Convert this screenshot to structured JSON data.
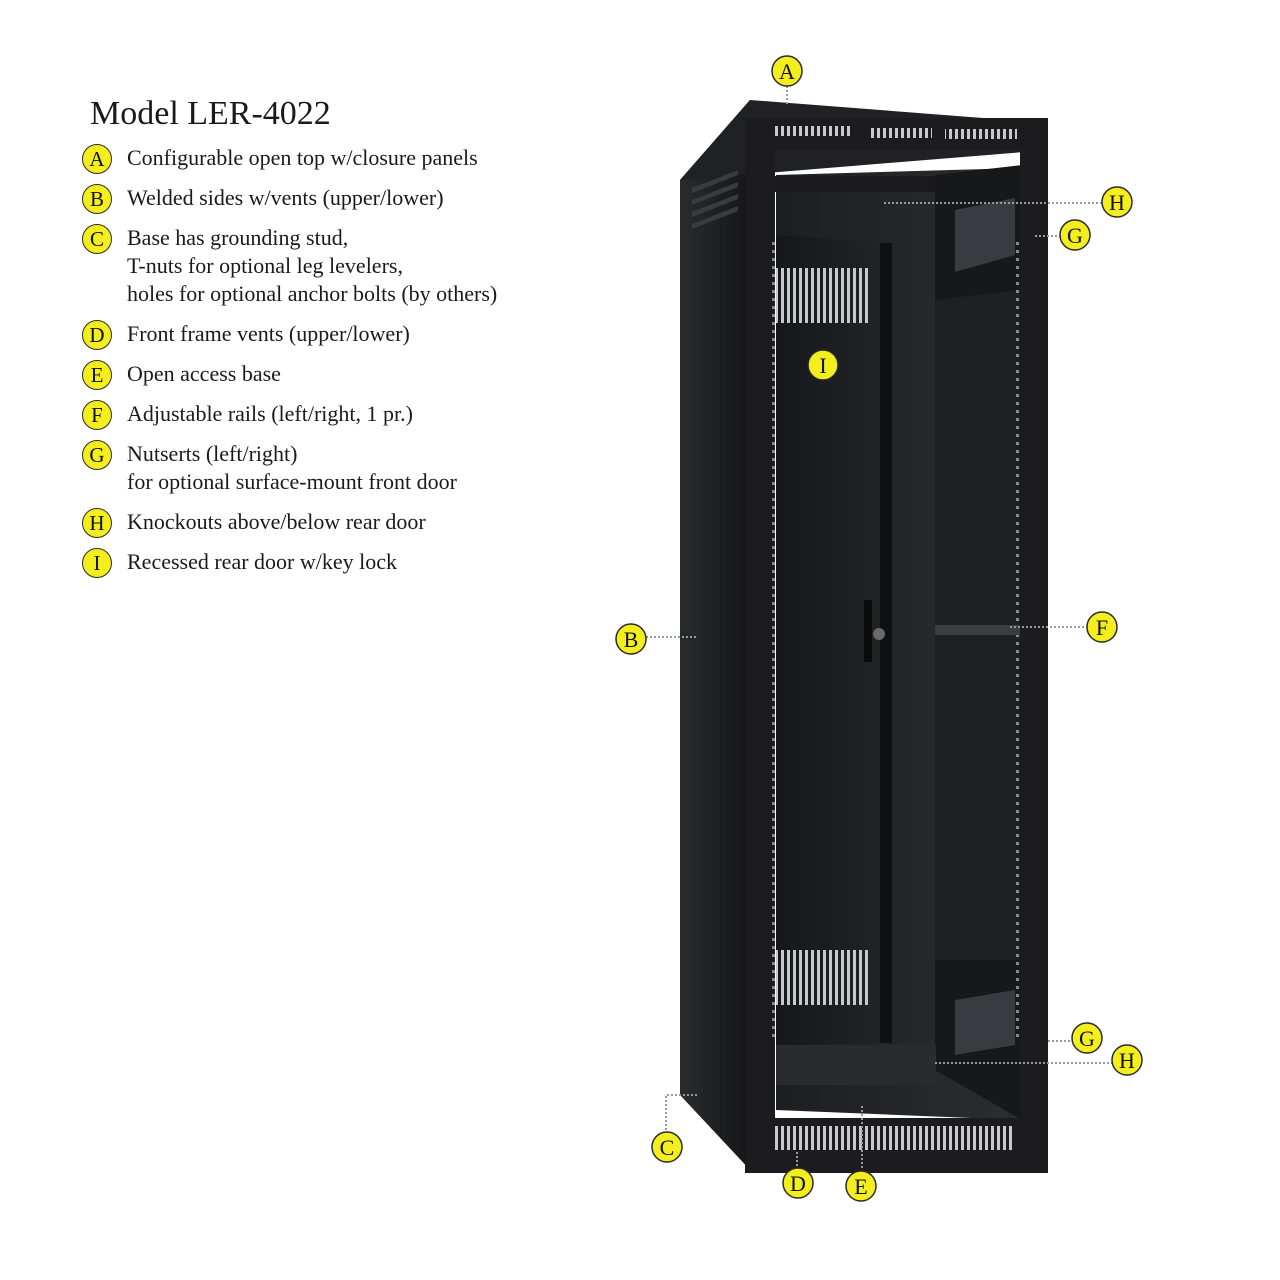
{
  "title": "Model LER-4022",
  "features": [
    {
      "key": "A",
      "lines": [
        "Configurable open top w/closure panels"
      ]
    },
    {
      "key": "B",
      "lines": [
        "Welded sides w/vents (upper/lower)"
      ]
    },
    {
      "key": "C",
      "lines": [
        "Base has grounding stud,",
        "T-nuts for optional leg levelers,",
        "holes for optional anchor bolts (by others)"
      ]
    },
    {
      "key": "D",
      "lines": [
        "Front frame vents (upper/lower)"
      ]
    },
    {
      "key": "E",
      "lines": [
        "Open access base"
      ]
    },
    {
      "key": "F",
      "lines": [
        "Adjustable rails (left/right, 1 pr.)"
      ]
    },
    {
      "key": "G",
      "lines": [
        "Nutserts (left/right)",
        "for optional surface-mount front door"
      ]
    },
    {
      "key": "H",
      "lines": [
        "Knockouts above/below rear door"
      ]
    },
    {
      "key": "I",
      "lines": [
        "Recessed rear door w/key lock"
      ]
    }
  ],
  "callouts": {
    "A": "A",
    "B": "B",
    "C": "C",
    "D": "D",
    "E": "E",
    "F": "F",
    "G_top": "G",
    "G_bottom": "G",
    "H_top": "H",
    "H_bottom": "H",
    "I": "I"
  },
  "colors": {
    "marker": "#f4ee1c",
    "rack": "#1c1c1e"
  }
}
